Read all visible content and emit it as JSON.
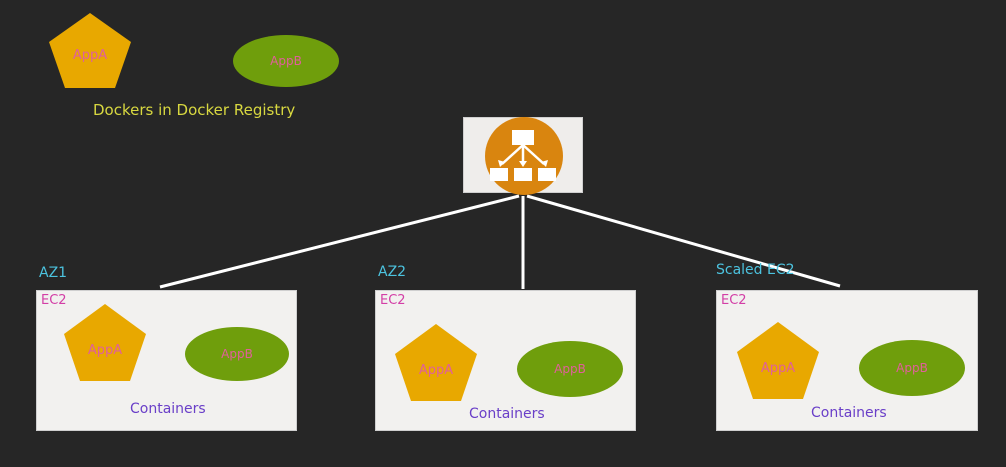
{
  "registry": {
    "label": "Dockers in Docker Registry",
    "app_a": "AppA",
    "app_b": "AppB"
  },
  "load_balancer": {
    "icon": "load-balancer-icon"
  },
  "zones": [
    {
      "az_label": "AZ1",
      "ec2_label": "EC2",
      "app_a": "AppA",
      "app_b": "AppB",
      "containers_label": "Containers"
    },
    {
      "az_label": "AZ2",
      "ec2_label": "EC2",
      "app_a": "AppA",
      "app_b": "AppB",
      "containers_label": "Containers"
    },
    {
      "az_label": "Scaled EC2",
      "ec2_label": "EC2",
      "app_a": "AppA",
      "app_b": "AppB",
      "containers_label": "Containers"
    }
  ],
  "colors": {
    "background": "#262626",
    "app_a": "#e8a800",
    "app_b": "#6f9e0c",
    "app_text": "#e0609a",
    "az_text": "#4cc3df",
    "ec2_text": "#d33fa6",
    "containers_text": "#6a3fc8",
    "registry_text": "#d8d840",
    "lb_orange": "#d9850f"
  }
}
